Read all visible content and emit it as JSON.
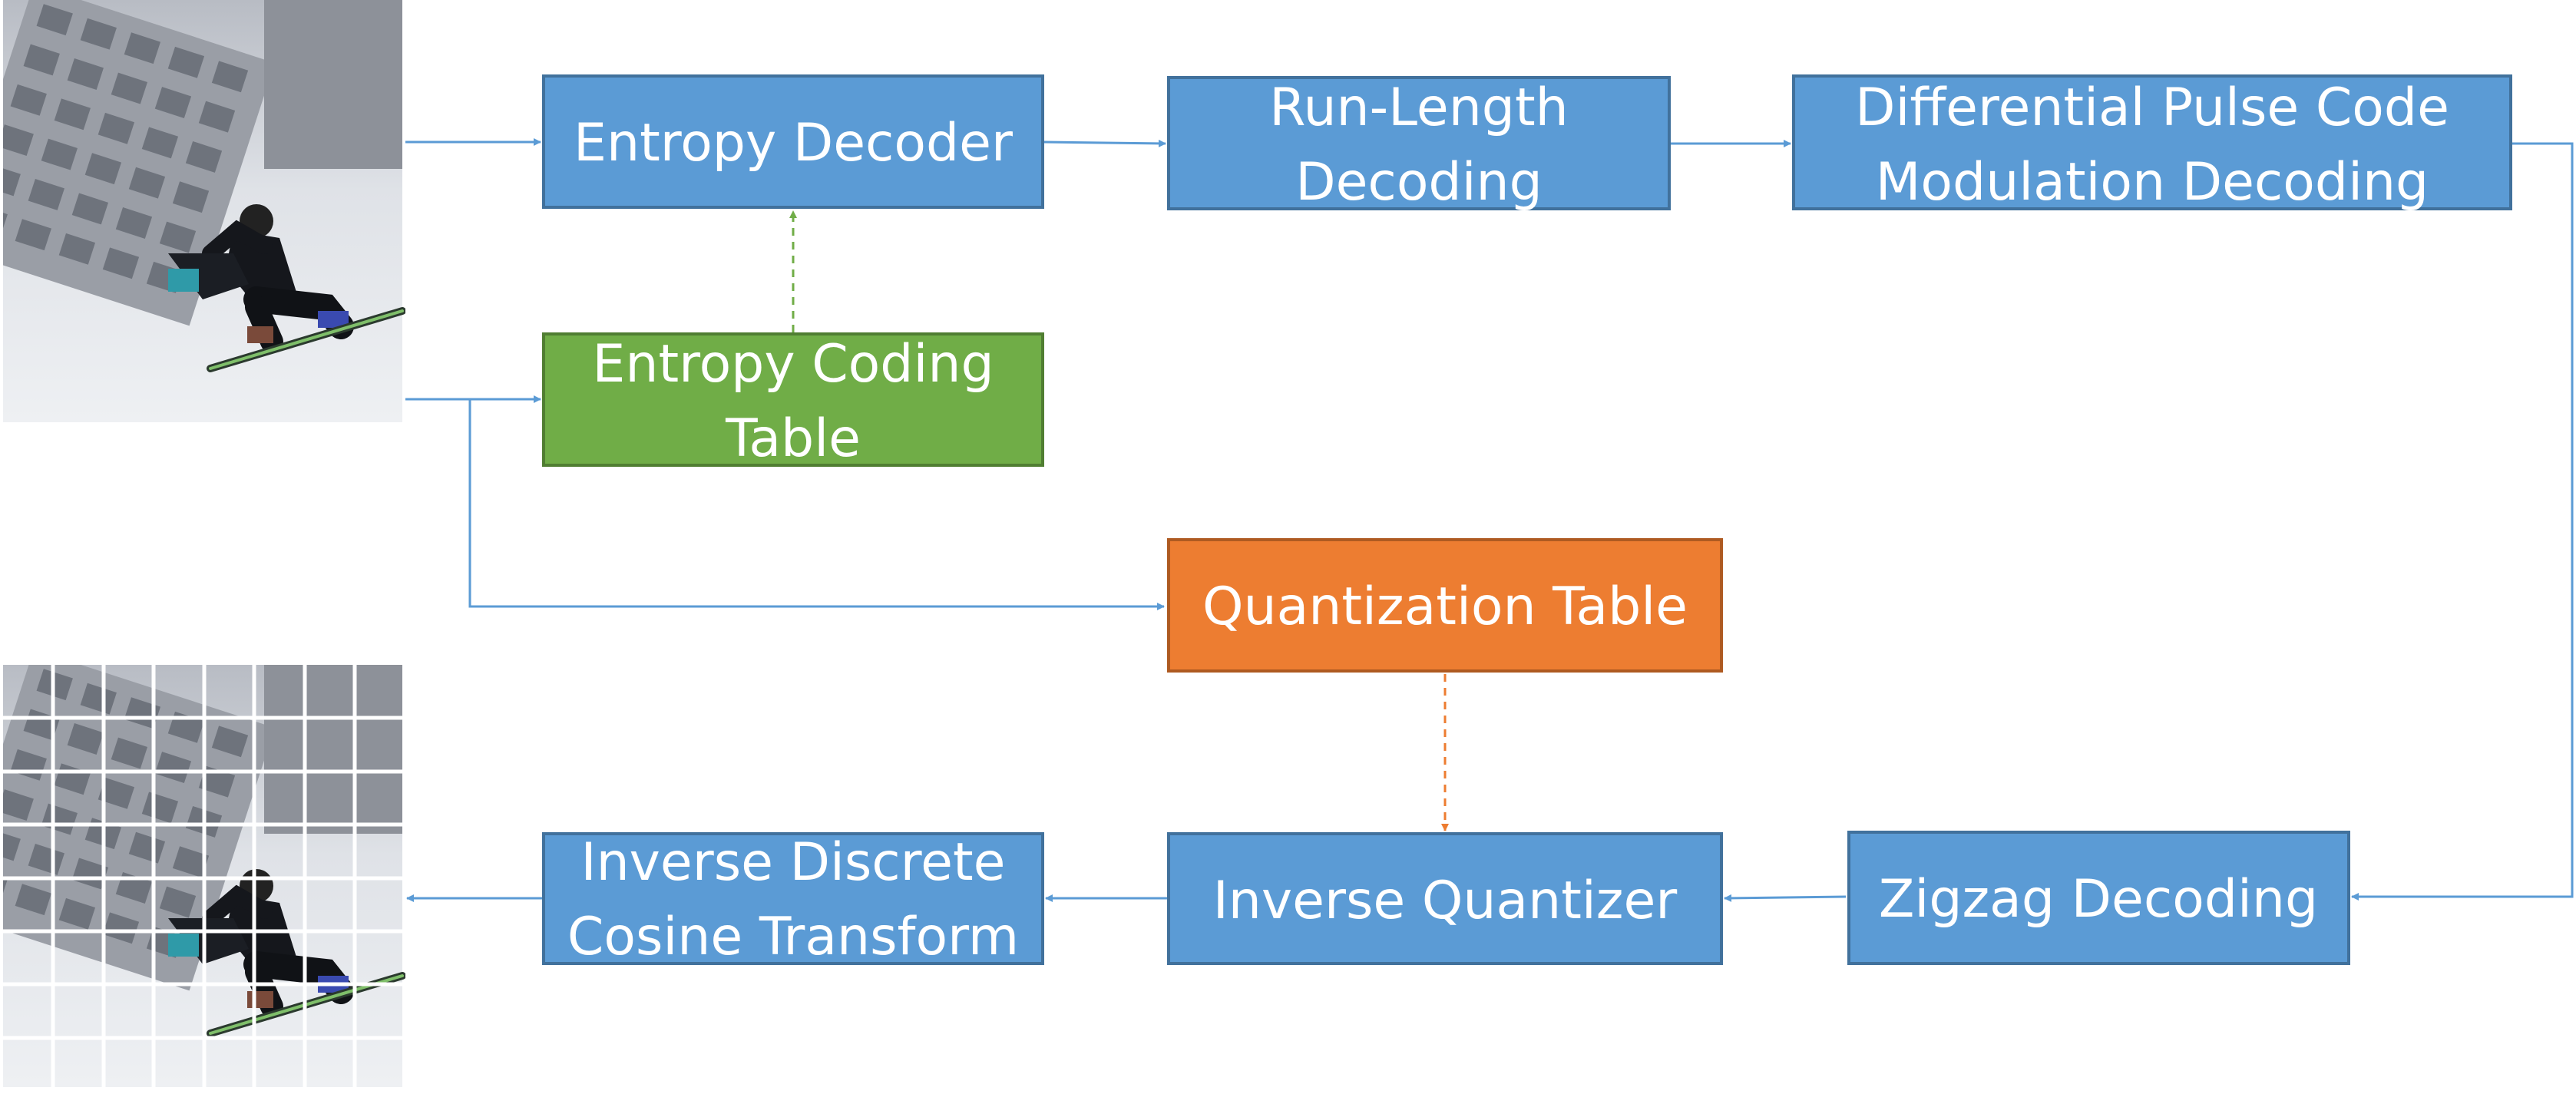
{
  "colors": {
    "blue_box": "#5b9bd5",
    "blue_border": "#41719c",
    "green_box": "#70ad47",
    "green_border": "#507e32",
    "orange_box": "#ed7d31",
    "orange_border": "#ae5a21",
    "blue_arrow": "#5b9bd5",
    "green_arrow": "#70ad47",
    "orange_arrow": "#ed7d31",
    "text": "#ffffff"
  },
  "images": {
    "input": "snowboarder-photo",
    "output": "snowboarder-photo-8x8-block-grid"
  },
  "boxes": {
    "entropy_decoder": {
      "lines": [
        "Entropy Decoder"
      ]
    },
    "run_length": {
      "lines": [
        "Run-Length",
        "Decoding"
      ]
    },
    "dpcm": {
      "lines": [
        "Differential Pulse Code",
        "Modulation Decoding"
      ]
    },
    "entropy_table": {
      "lines": [
        "Entropy Coding",
        "Table"
      ]
    },
    "quant_table": {
      "lines": [
        "Quantization Table"
      ]
    },
    "zigzag": {
      "lines": [
        "Zigzag Decoding"
      ]
    },
    "inverse_quantizer": {
      "lines": [
        "Inverse Quantizer"
      ]
    },
    "idct": {
      "lines": [
        "Inverse Discrete",
        "Cosine Transform"
      ]
    }
  }
}
